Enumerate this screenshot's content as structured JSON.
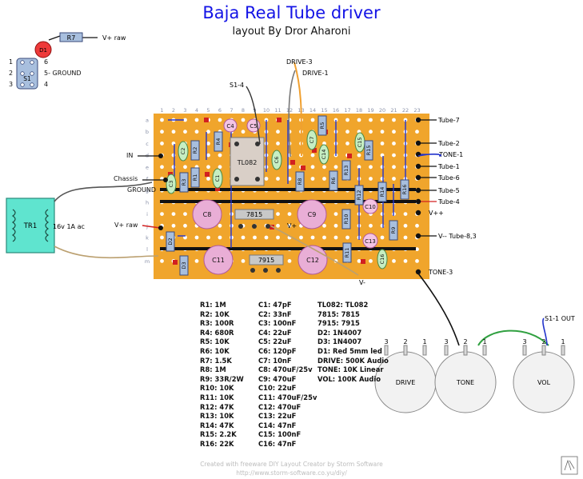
{
  "title": "Baja Real Tube driver",
  "subtitle": "layout By Dror Aharoni",
  "top_labels": {
    "drive3": "DRIVE-3",
    "drive1": "DRIVE-1",
    "s14": "S1-4",
    "r7_label": "V+ raw",
    "d1_label": "D1",
    "r7_name": "R7"
  },
  "switch": {
    "name": "S1",
    "p1": "1",
    "p2": "2",
    "p3": "3",
    "p4": "4",
    "p5": "5- GROUND",
    "p6": "6"
  },
  "columns": [
    "1",
    "2",
    "3",
    "4",
    "5",
    "6",
    "7",
    "8",
    "9",
    "10",
    "11",
    "12",
    "13",
    "14",
    "15",
    "16",
    "17",
    "18",
    "19",
    "20",
    "21",
    "22",
    "23"
  ],
  "rows": [
    "a",
    "b",
    "c",
    "d",
    "e",
    "f",
    "g",
    "h",
    "i",
    "j",
    "k",
    "l",
    "m"
  ],
  "left_labels": {
    "in": "IN",
    "chassis": "Chassis",
    "ground": "GROUND",
    "vraw": "V+ raw"
  },
  "transformer": {
    "name": "TR1",
    "spec": "16v 1A  ac"
  },
  "right_labels": [
    "Tube-7",
    "Tube-2",
    "TONE-1",
    "Tube-1",
    "Tube-6",
    "Tube-5",
    "Tube-4",
    "V++",
    "V-- Tube-8,3",
    "TONE-3"
  ],
  "misc_labels": {
    "vplus": "V+",
    "vminus": "V-"
  },
  "components": {
    "TL082": "TL082",
    "7815": "7815",
    "7915": "7915",
    "C1": "C1",
    "C2": "C2",
    "C3": "C3",
    "C4": "C4",
    "C5": "C5",
    "C6": "C6",
    "C7": "C7",
    "C8": "C8",
    "C9": "C9",
    "C10": "C10",
    "C11": "C11",
    "C12": "C12",
    "C13": "C13",
    "C14": "C14",
    "C15": "C15",
    "C16": "C16",
    "R1": "R1",
    "R2": "R2",
    "R3": "R3",
    "R4": "R4",
    "R5": "R5",
    "R6": "R6",
    "R8": "R8",
    "R9": "R9",
    "R10": "R10",
    "R11": "R11",
    "R12": "R12",
    "R13": "R13",
    "R14": "R14",
    "R15": "R15",
    "R16": "R16",
    "D2": "D2",
    "D3": "D3"
  },
  "pots": [
    {
      "name": "DRIVE",
      "pins": [
        "3",
        "2",
        "1"
      ]
    },
    {
      "name": "TONE",
      "pins": [
        "3",
        "2",
        "1"
      ]
    },
    {
      "name": "VOL",
      "pins": [
        "3",
        "2",
        "1"
      ]
    }
  ],
  "s11_out": "S1-1 OUT",
  "bom": {
    "col1": [
      "R1: 1M",
      "R2: 10K",
      "R3: 100R",
      "R4: 680R",
      "R5: 10K",
      "R6: 10K",
      "R7: 1.5K",
      "R8: 1M",
      "R9: 33R/2W",
      "R10: 10K",
      "R11: 10K",
      "R12: 47K",
      "R13: 10K",
      "R14: 47K",
      "R15: 2.2K",
      "R16: 22K"
    ],
    "col2": [
      "C1: 47pF",
      "C2: 33nF",
      "C3: 100nF",
      "C4: 22uF",
      "C5: 22uF",
      "C6: 120pF",
      "C7: 10nF",
      "C8: 470uF/25v",
      "C9: 470uF",
      "C10: 22uF",
      "C11: 470uF/25v",
      "C12: 470uF",
      "C13: 22uF",
      "C14: 47nF",
      "C15: 100nF",
      "C16: 47nF"
    ],
    "col3": [
      "TL082: TL082",
      "7815: 7815",
      "7915: 7915",
      "D2: 1N4007",
      "D3: 1N4007",
      "D1: Red 5mm led",
      "DRIVE: 500K Audio",
      "TONE: 10K Linear",
      "VOL: 100K Audio"
    ]
  },
  "footer": {
    "line1": "Created with freeware DIY Layout Creator by Storm Software",
    "line2": "http://www.storm-software.co.yu/diy/"
  },
  "colors": {
    "board": "#f0a52c",
    "hole": "#ffffff",
    "title": "#1414e6",
    "resistor": "#a8bfde",
    "cap": "#f4c4e4",
    "electrolytic": "#e9aed6",
    "film": "#c6eec2",
    "transformer": "#5fe4cf",
    "led": "#ee3a3a"
  }
}
